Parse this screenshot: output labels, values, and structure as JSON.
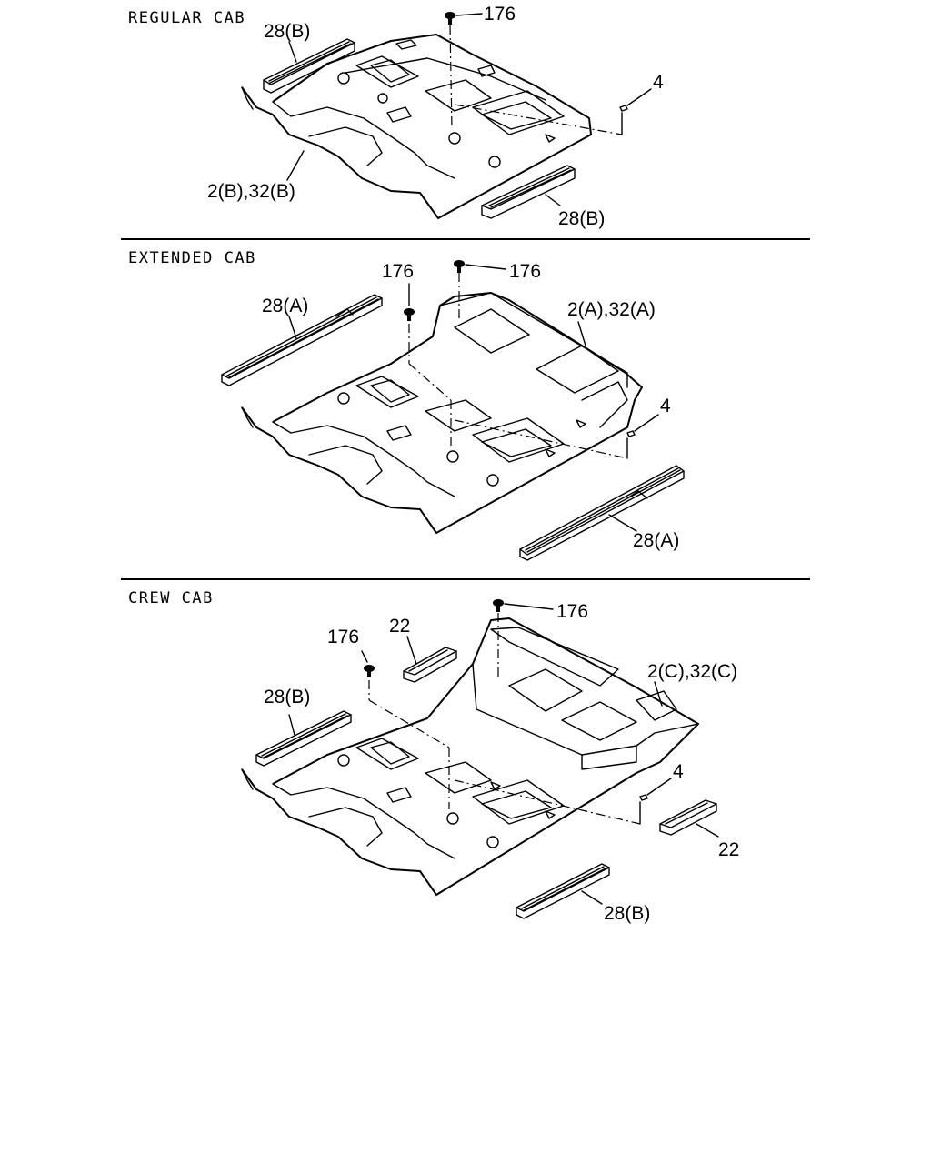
{
  "sections": [
    {
      "title": "REGULAR CAB",
      "labels": {
        "clip": "176",
        "plug": "4",
        "sill_upper": "28(B)",
        "sill_lower": "28(B)",
        "carpet": "2(B),32(B)"
      }
    },
    {
      "title": "EXTENDED CAB",
      "labels": {
        "clip_front": "176",
        "clip_rear": "176",
        "plug": "4",
        "sill_upper": "28(A)",
        "sill_lower": "28(A)",
        "carpet": "2(A),32(A)"
      }
    },
    {
      "title": "CREW CAB",
      "labels": {
        "clip_front": "176",
        "clip_rear": "176",
        "plug": "4",
        "sill_upper": "28(B)",
        "sill_lower": "28(B)",
        "carpet": "2(C),32(C)",
        "plate_upper": "22",
        "plate_lower": "22"
      }
    }
  ]
}
